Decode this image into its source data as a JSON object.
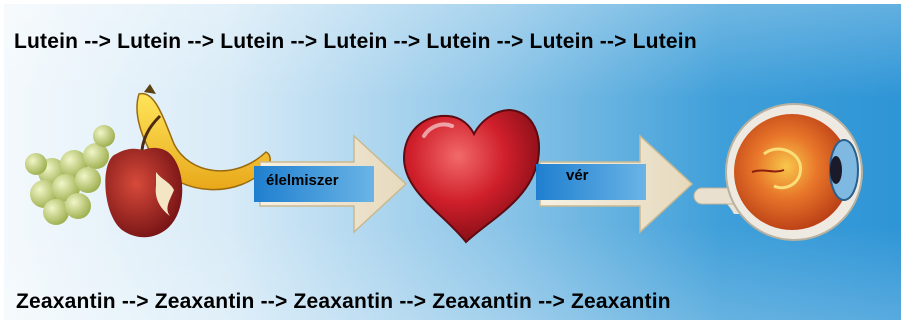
{
  "top_row": "Lutein --> Lutein --> Lutein --> Lutein --> Lutein --> Lutein --> Lutein",
  "bottom_row": "Zeaxantin --> Zeaxantin --> Zeaxantin --> Zeaxantin --> Zeaxantin",
  "labels": {
    "food": "élelmiszer",
    "blood": "vér"
  },
  "icons": [
    "fruit-bowl-icon",
    "heart-icon",
    "eye-icon",
    "arrow-right-icon"
  ],
  "colors": {
    "background_left": "#f4f9fd",
    "background_right": "#2e95d6",
    "label_band": "#3a8fd0",
    "arrow_fill": "#f1e7d3",
    "heart": "#c81e2a"
  }
}
